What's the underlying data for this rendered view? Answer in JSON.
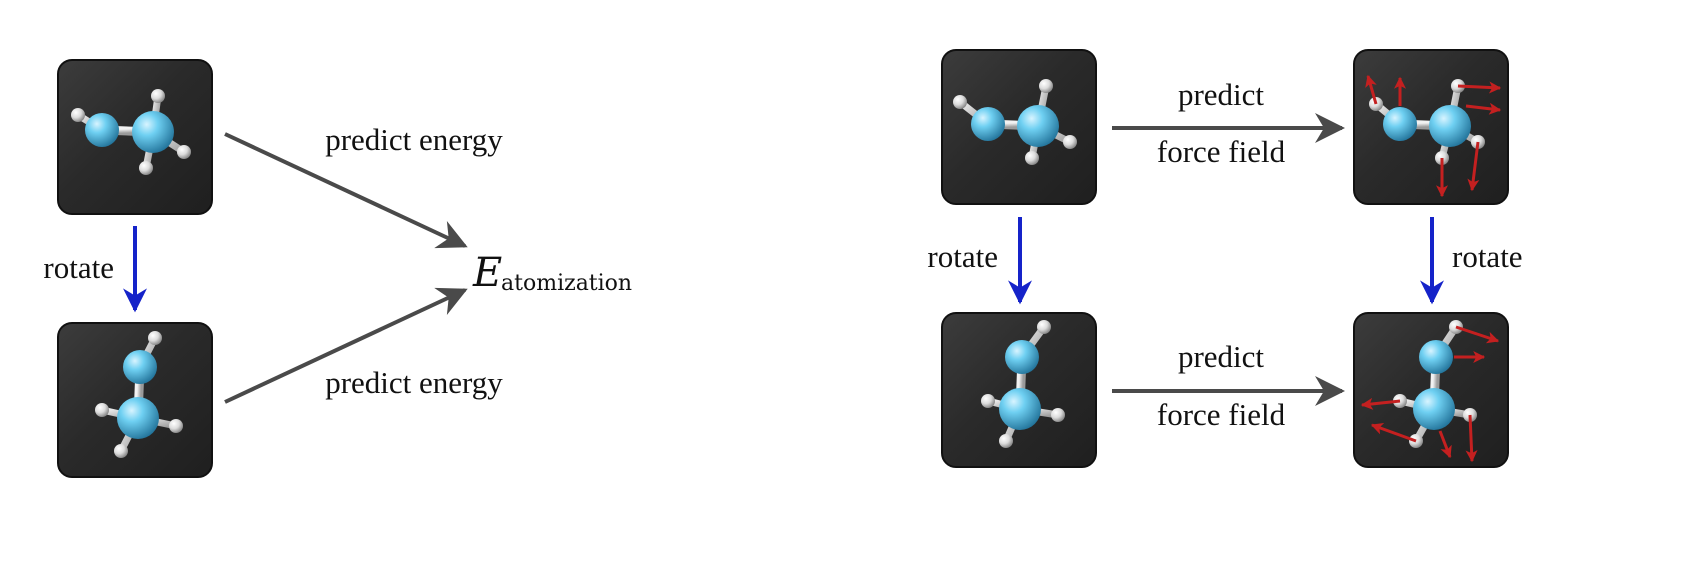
{
  "left_panel": {
    "edge_top_label": "predict energy",
    "edge_bottom_label": "predict energy",
    "rotate_label": "rotate",
    "target": {
      "symbol": "E",
      "subscript": "atomization"
    }
  },
  "right_panel": {
    "top_edge": {
      "line1": "predict",
      "line2": "force field"
    },
    "bottom_edge": {
      "line1": "predict",
      "line2": "force field"
    },
    "rotate_left_label": "rotate",
    "rotate_right_label": "rotate"
  },
  "colors": {
    "tile_background": "#2b2b2b",
    "carbon_atom": "#5bc4e8",
    "hydrogen_atom": "#e6e6e6",
    "gray_arrow": "#4a4a4a",
    "rotate_arrow": "#1523c9",
    "force_arrow": "#c42020"
  },
  "icons": {
    "molecule": "molecule-ball-stick-icon",
    "force_vector": "force-arrow-icon"
  }
}
